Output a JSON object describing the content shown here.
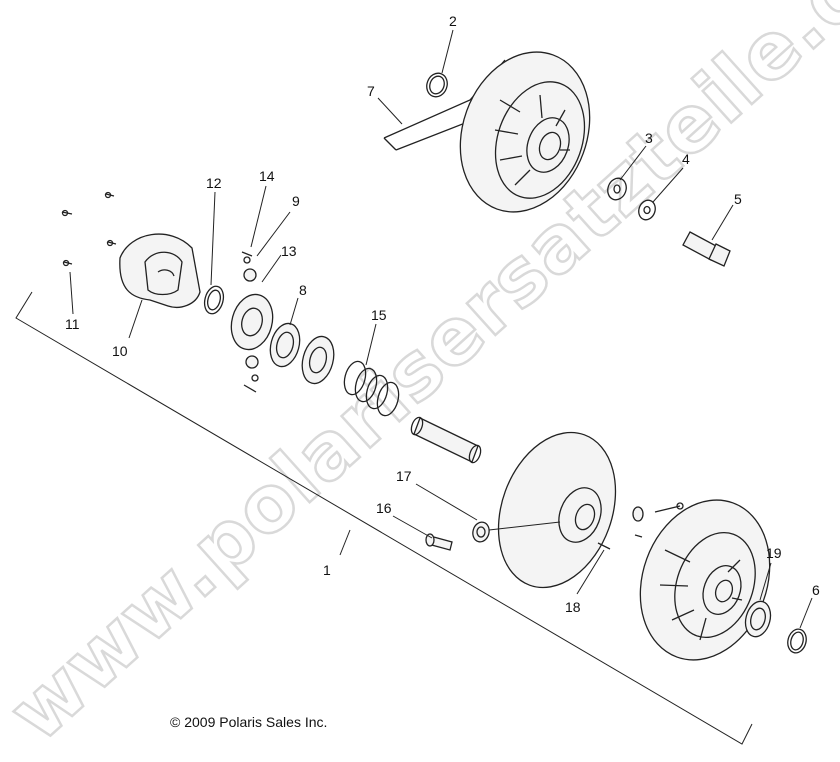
{
  "watermark": "www.polarisersatzteile.de",
  "copyright": "© 2009 Polaris Sales Inc.",
  "callouts": [
    "1",
    "2",
    "3",
    "4",
    "5",
    "6",
    "7",
    "8",
    "9",
    "10",
    "11",
    "12",
    "13",
    "14",
    "15",
    "16",
    "17",
    "18",
    "19"
  ]
}
